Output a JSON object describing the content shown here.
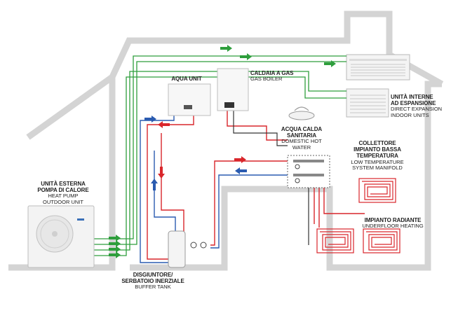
{
  "labels": {
    "outdoor_unit": {
      "it": [
        "UNITÀ ESTERNA",
        "POMPA DI CALORE"
      ],
      "en": [
        "HEAT PUMP",
        "OUTDOOR UNIT"
      ]
    },
    "aqua_unit": {
      "it": [
        "AQUA UNIT"
      ]
    },
    "gas_boiler": {
      "it": [
        "CALDAIA A GAS"
      ],
      "en": [
        "GAS BOILER"
      ]
    },
    "indoor_units": {
      "it": [
        "UNITÀ INTERNE",
        "AD ESPANSIONE"
      ],
      "en": [
        "DIRECT EXPANSION",
        "INDOOR UNITS"
      ]
    },
    "dhw": {
      "it": [
        "ACQUA CALDA",
        "SANITARIA"
      ],
      "en": [
        "DOMESTIC HOT",
        "WATER"
      ]
    },
    "manifold": {
      "it": [
        "COLLETTORE",
        "IMPIANTO BASSA",
        "TEMPERATURA"
      ],
      "en": [
        "LOW TEMPERATURE",
        "SYSTEM MANIFOLD"
      ]
    },
    "underfloor": {
      "it": [
        "IMPIANTO RADIANTE"
      ],
      "en": [
        "UNDERFLOOR HEATING"
      ]
    },
    "buffer_tank": {
      "it": [
        "DISGIUNTORE/",
        "SERBATOIO INERZIALE"
      ],
      "en": [
        "BUFFER TANK"
      ]
    }
  },
  "colors": {
    "house_outline": "#d4d4d4",
    "hot_pipe": "#d9262b",
    "cold_pipe": "#2a5bb0",
    "refrigerant_pipe": "#2e9e3c",
    "dark_pipe": "#333333"
  }
}
